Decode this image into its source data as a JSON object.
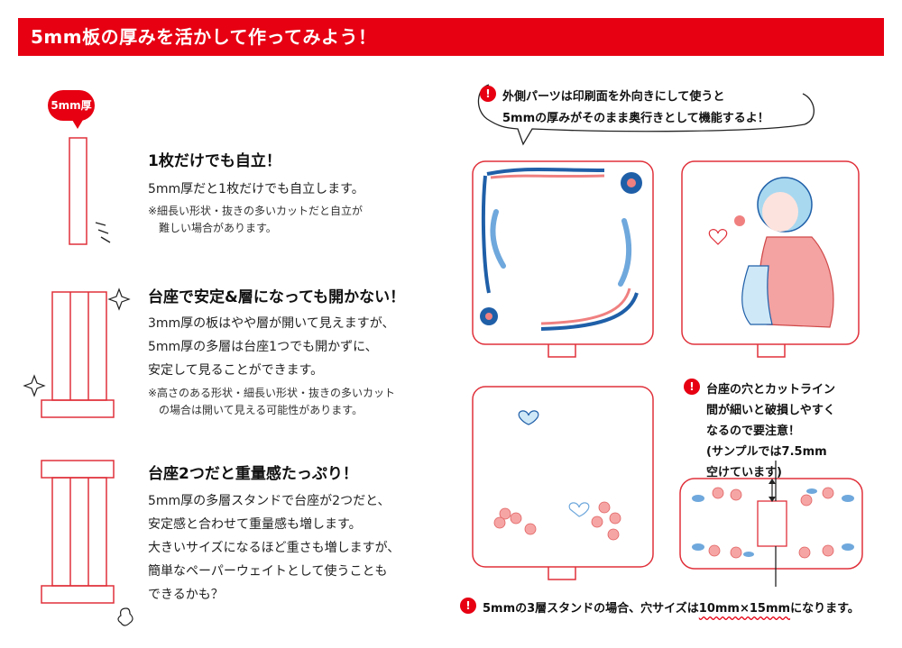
{
  "header": {
    "title": "5mm板の厚みを活かして作ってみよう！"
  },
  "left": {
    "badge": "5mm厚",
    "sections": [
      {
        "title": "1枚だけでも自立！",
        "body": [
          "5mm厚だと1枚だけでも自立します。"
        ],
        "notes": [
          "※細長い形状・抜きの多いカットだと自立が",
          "　難しい場合があります。"
        ]
      },
      {
        "title": "台座で安定&層になっても開かない！",
        "body": [
          "3mm厚の板はやや層が開いて見えますが、",
          "5mm厚の多層は台座1つでも開かずに、",
          "安定して見ることができます。"
        ],
        "notes": [
          "※高さのある形状・細長い形状・抜きの多いカット",
          "　の場合は開いて見える可能性があります。"
        ]
      },
      {
        "title": "台座2つだと重量感たっぷり！",
        "body": [
          "5mm厚の多層スタンドで台座が2つだと、",
          "安定感と合わせて重量感も増します。",
          "大きいサイズになるほど重さも増しますが、",
          "簡単なペーパーウェイトとして使うことも",
          "できるかも？"
        ],
        "notes": []
      }
    ]
  },
  "right": {
    "bubble": {
      "mark": "!",
      "lines": [
        "外側パーツは印刷面を外向きにして使うと",
        "5mmの厚みがそのまま奥行きとして機能するよ！"
      ]
    },
    "callout": {
      "mark": "!",
      "lines": [
        "台座の穴とカットライン",
        "間が細いと破損しやすく",
        "なるので要注意！",
        "(サンプルでは7.5mm",
        "空けています)"
      ]
    },
    "bottom_note": {
      "mark": "!",
      "prefix": "5mmの3層スタンドの場合、穴サイズは",
      "highlight": "10mm×15mm",
      "suffix": "になります。"
    }
  },
  "colors": {
    "accent": "#e60012",
    "line_red": "#e0303a",
    "blue": "#1f5fa8",
    "pink": "#f08080"
  }
}
